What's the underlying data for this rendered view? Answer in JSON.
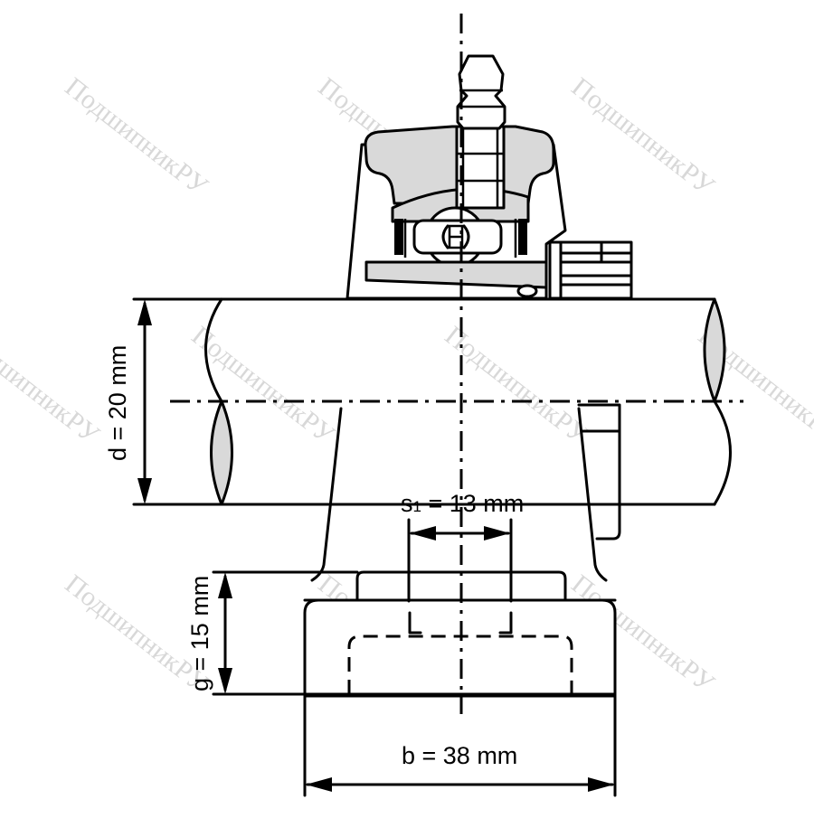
{
  "diagram": {
    "subject": "Pillow block bearing unit (cast housing with grease nipple) on shaft — dimension drawing",
    "watermark": "ПодшипникРУ",
    "colors": {
      "line": "#000000",
      "section_fill": "#d9d9d9",
      "watermark": "#d8d8d8",
      "background": "#ffffff"
    },
    "dimensions": {
      "d": {
        "label": "d = 20 mm",
        "symbol": "d",
        "value": 20,
        "unit": "mm",
        "description": "shaft diameter"
      },
      "s1": {
        "label_symbol": "s",
        "label_sub": "1",
        "label_rest": " = 13 mm",
        "symbol": "s1",
        "value": 13,
        "unit": "mm",
        "description": "bolt hole width"
      },
      "g": {
        "label": "g = 15 mm",
        "symbol": "g",
        "value": 15,
        "unit": "mm",
        "description": "base height"
      },
      "b": {
        "label": "b = 38 mm",
        "symbol": "b",
        "value": 38,
        "unit": "mm",
        "description": "base width"
      }
    }
  }
}
